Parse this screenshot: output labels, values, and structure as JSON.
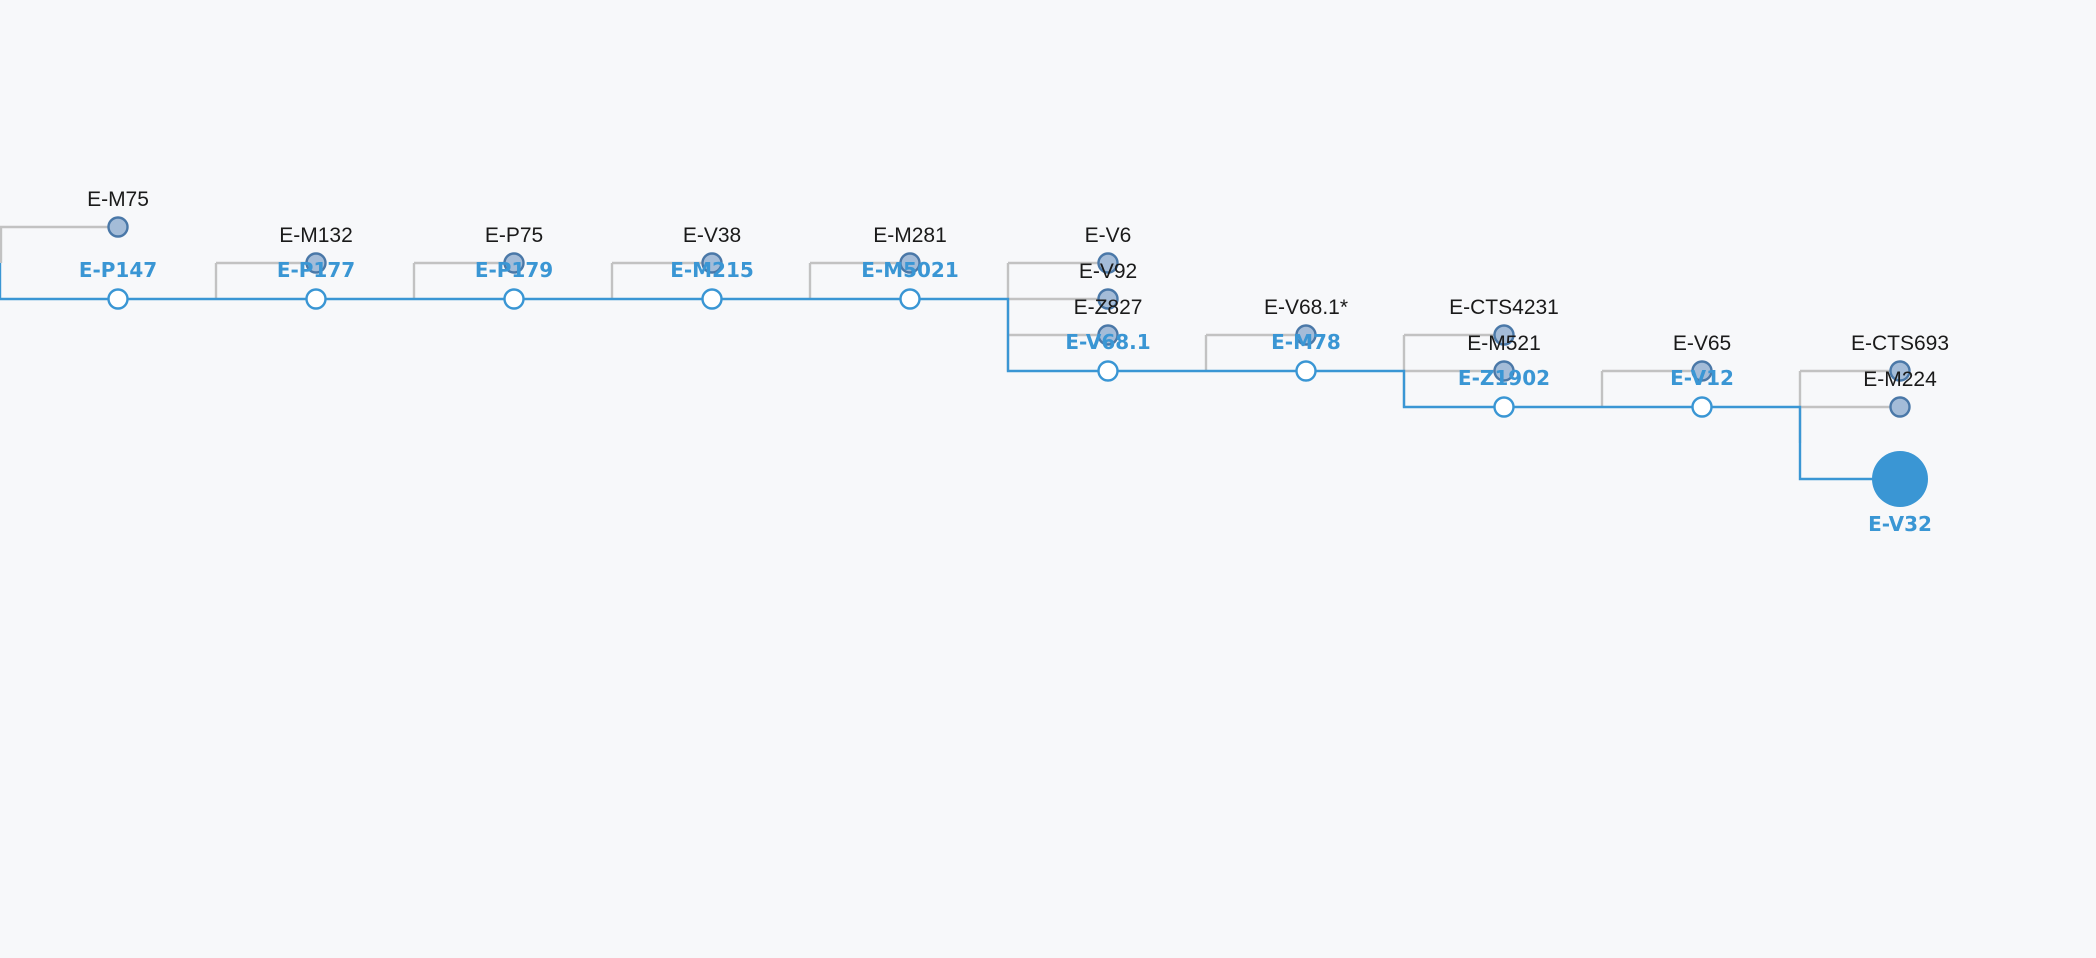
{
  "tree": {
    "colors": {
      "main_branch": "#3a96d4",
      "side_branch": "#c2c2c2",
      "leaf_fill": "#a4bcd8",
      "leaf_stroke": "#4a78a8",
      "background": "#f7f8fa"
    },
    "root_leaf": "E-M75",
    "main_path": [
      {
        "label": "E-P147",
        "children": [
          "E-M132"
        ]
      },
      {
        "label": "E-P177",
        "children": [
          "E-P75"
        ]
      },
      {
        "label": "E-P179",
        "children": [
          "E-V38"
        ]
      },
      {
        "label": "E-M215",
        "children": [
          "E-M281"
        ]
      },
      {
        "label": "E-M5021",
        "children": [
          "E-V6",
          "E-V92",
          "E-Z827"
        ]
      },
      {
        "label": "E-V68.1",
        "children": [
          "E-V68.1*"
        ]
      },
      {
        "label": "E-M78",
        "children": [
          "E-CTS4231",
          "E-M521"
        ]
      },
      {
        "label": "E-Z1902",
        "children": [
          "E-V65"
        ]
      },
      {
        "label": "E-V12",
        "children": [
          "E-CTS693",
          "E-M224"
        ]
      }
    ],
    "target": {
      "label": "E-V32",
      "highlighted": true
    }
  }
}
